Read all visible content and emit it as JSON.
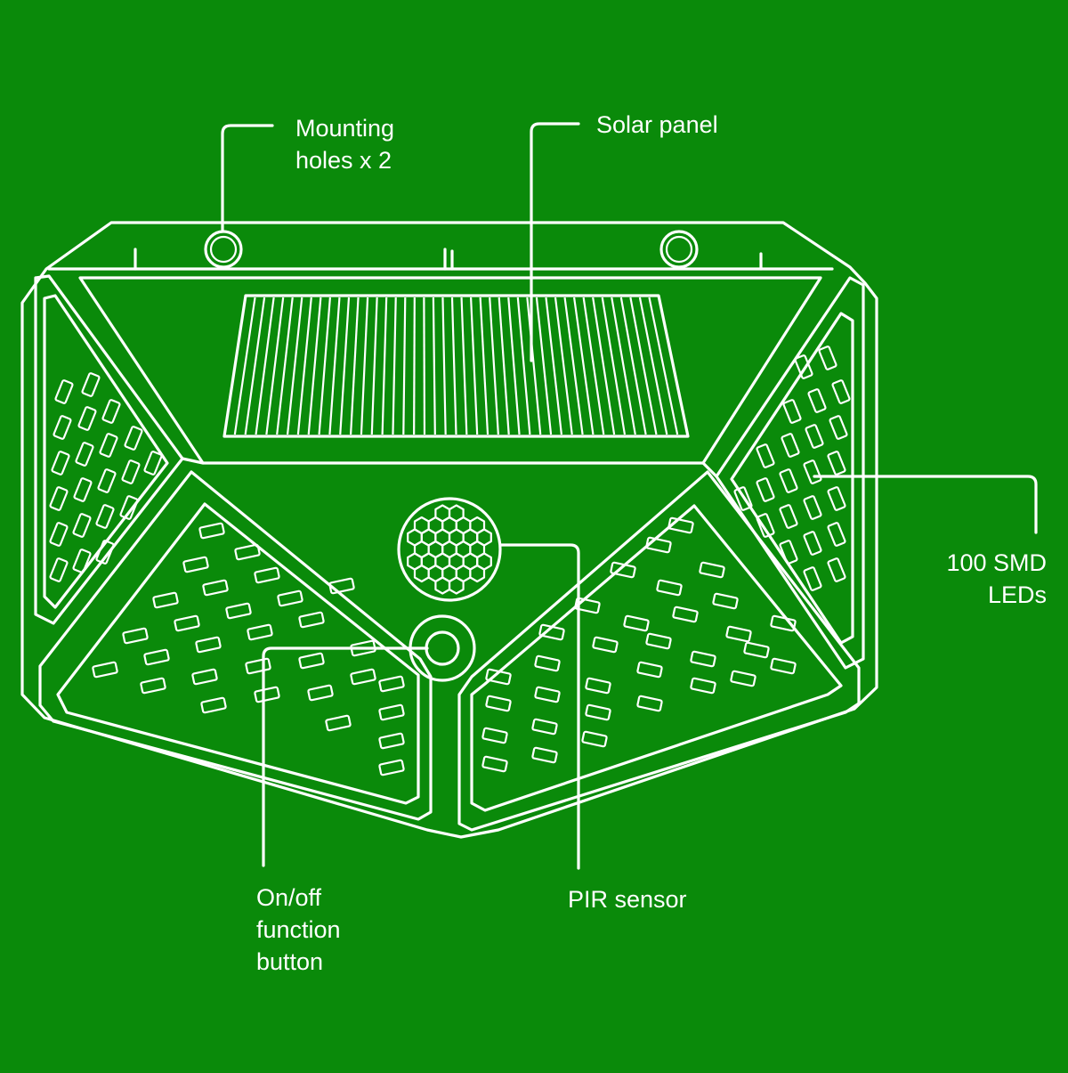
{
  "colors": {
    "background": "#0a8a0a",
    "line": "#ffffff"
  },
  "labels": {
    "mounting": [
      "Mounting",
      "holes x 2"
    ],
    "solar": [
      "Solar panel"
    ],
    "leds": [
      "100 SMD",
      "LEDs"
    ],
    "onoff": [
      "On/off",
      "function",
      "button"
    ],
    "pir": [
      "PIR sensor"
    ]
  }
}
